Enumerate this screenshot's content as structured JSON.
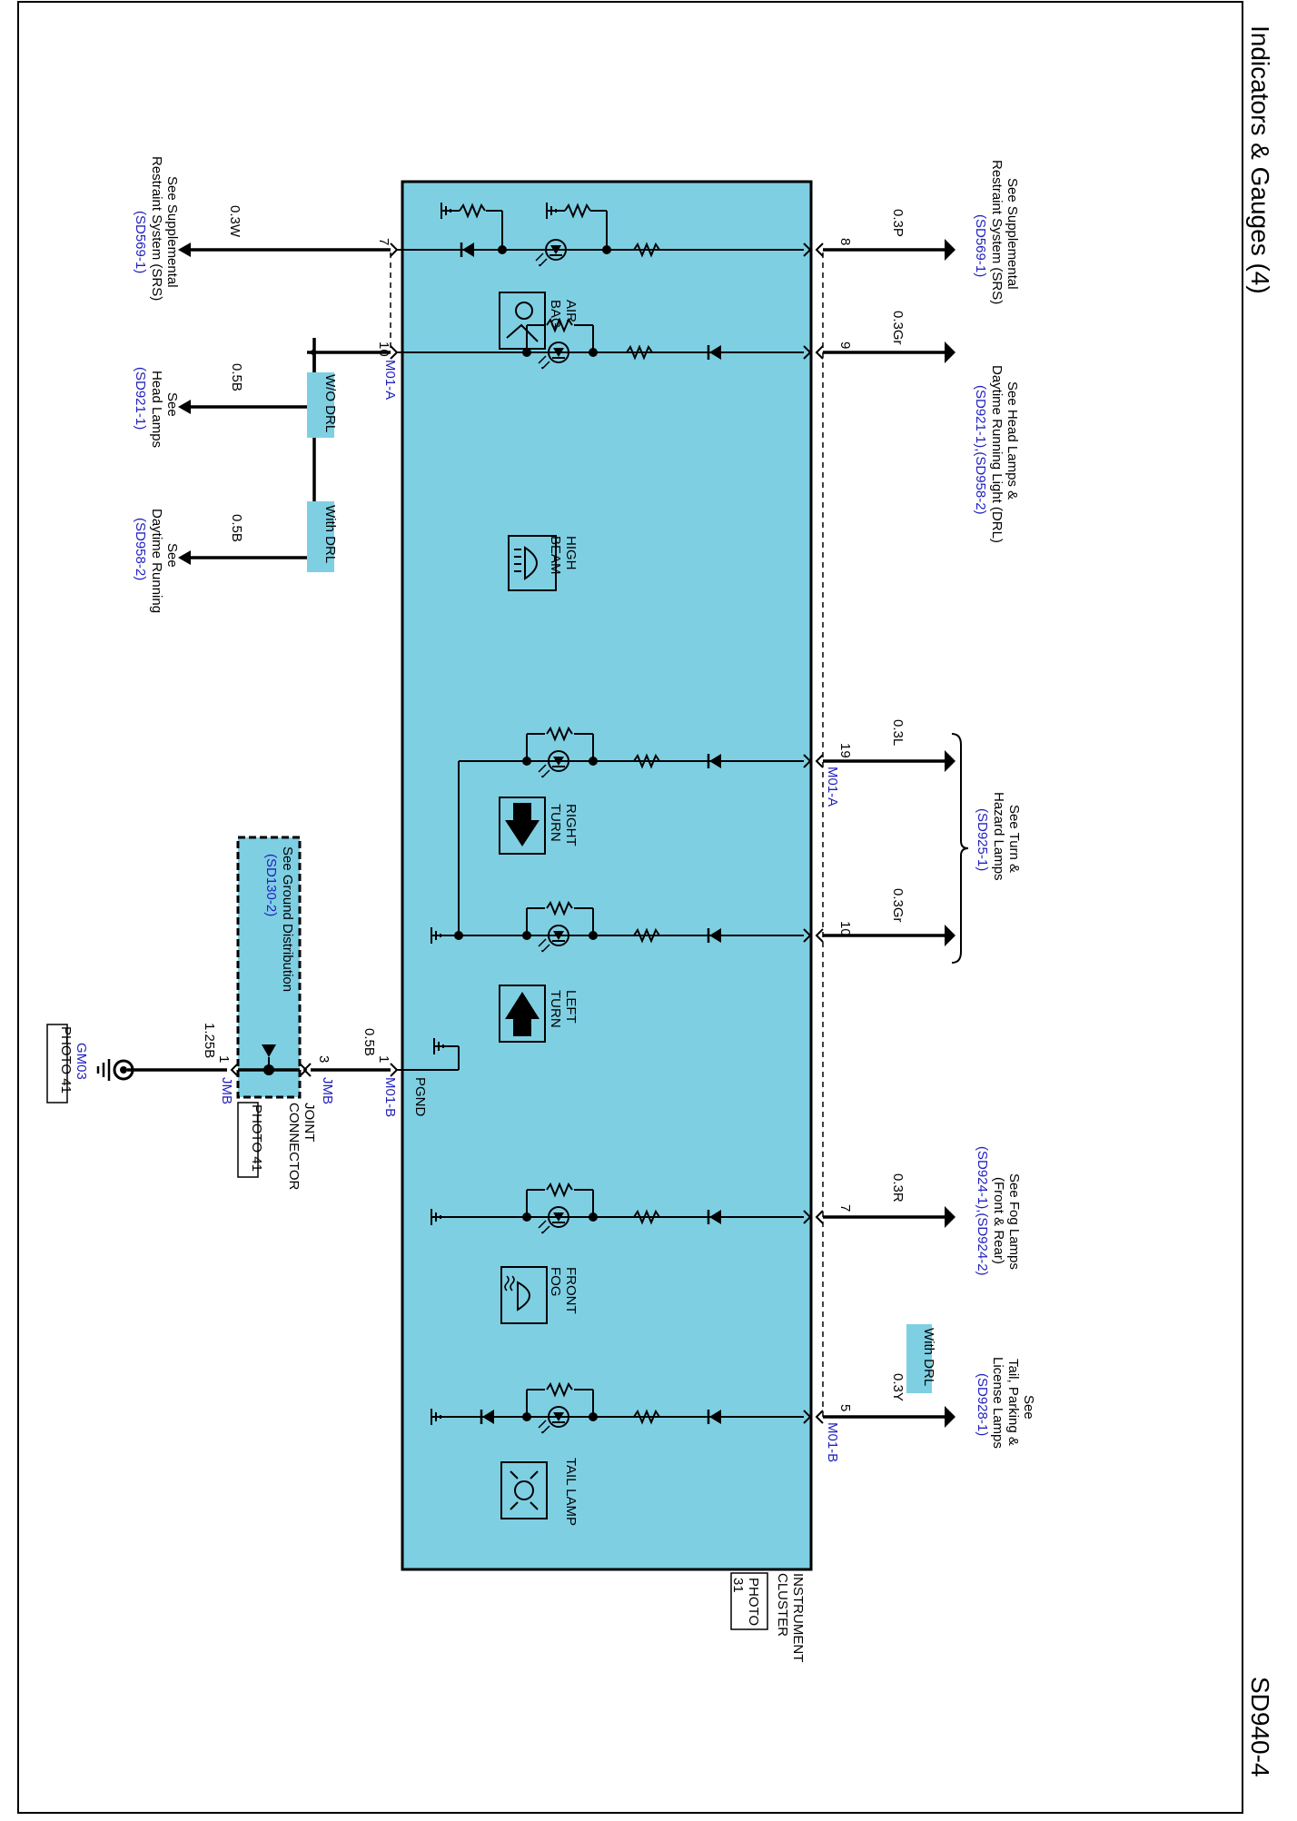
{
  "page": {
    "title": "Indicators & Gauges (4)",
    "code": "SD940-4"
  },
  "cluster": {
    "name_line1": "INSTRUMENT",
    "name_line2": "CLUSTER",
    "photo_line1": "PHOTO",
    "photo_line2": "31",
    "fill": "#7fcfe3"
  },
  "top_pins": [
    {
      "pin": "7",
      "wire": "0.3W",
      "ref1": "See Supplemental",
      "ref2": "Restraint System (SRS)",
      "ref3": "(SD569-1)"
    },
    {
      "pin": "10",
      "connector": "M01-A"
    },
    {
      "wire": "0.5B",
      "ref1": "See",
      "ref2": "Head Lamps",
      "ref3": "(SD921-1)",
      "tag": "W/O DRL"
    },
    {
      "wire": "0.5B",
      "ref1": "See",
      "ref2": "Daytime Running",
      "ref3": "(SD958-2)",
      "tag": "With DRL"
    }
  ],
  "ground": {
    "pin_cluster": "1",
    "connector_cluster": "M01-B",
    "pgnd": "PGND",
    "wire1": "0.5B",
    "pin_jmb_in": "3",
    "jmb_in": "JMB",
    "distribution_line1": "See Ground Distribution",
    "distribution_ref": "(SD130-2)",
    "joint_line1": "JOINT",
    "joint_line2": "CONNECTOR",
    "joint_photo": "PHOTO 41",
    "pin_jmb_out": "1",
    "jmb_out": "JMB",
    "wire2": "1.25B",
    "ground_id": "GM03",
    "ground_photo": "PHOTO 41"
  },
  "indicators": [
    {
      "line1": "AIR",
      "line2": "BAG"
    },
    {
      "line1": "HIGH",
      "line2": "BEAM"
    },
    {
      "line1": "RIGHT",
      "line2": "TURN"
    },
    {
      "line1": "LEFT",
      "line2": "TURN"
    },
    {
      "line1": "FRONT",
      "line2": "FOG"
    },
    {
      "line1": "TAIL LAMP",
      "line2": ""
    }
  ],
  "bottom_pins": [
    {
      "pin": "8",
      "wire": "0.3P",
      "ref1": "See Supplemental",
      "ref2": "Restraint System (SRS)",
      "ref3": "(SD569-1)"
    },
    {
      "pin": "9",
      "wire": "0.3Gr",
      "ref1": "See Head Lamps &",
      "ref2": "Daytime Running Light (DRL)",
      "ref3": "(SD921-1),(SD958-2)"
    },
    {
      "pin": "19",
      "connector": "M01-A",
      "wire": "0.3L"
    },
    {
      "pin": "10",
      "wire": "0.3Gr"
    },
    {
      "pin": "7",
      "wire": "0.3R",
      "ref1": "See Fog Lamps",
      "ref2": "(Front & Rear)",
      "ref3": "(SD924-1),(SD924-2)"
    },
    {
      "pin": "5",
      "connector": "M01-B",
      "wire": "0.3Y",
      "ref1": "See",
      "ref2": "Tail, Parking &",
      "ref3": "License Lamps",
      "ref4": "(SD928-1)",
      "tag": "With DRL"
    }
  ],
  "turn_ref": {
    "line1": "See Turn &",
    "line2": "Hazard Lamps",
    "line3": "(SD925-1)"
  }
}
